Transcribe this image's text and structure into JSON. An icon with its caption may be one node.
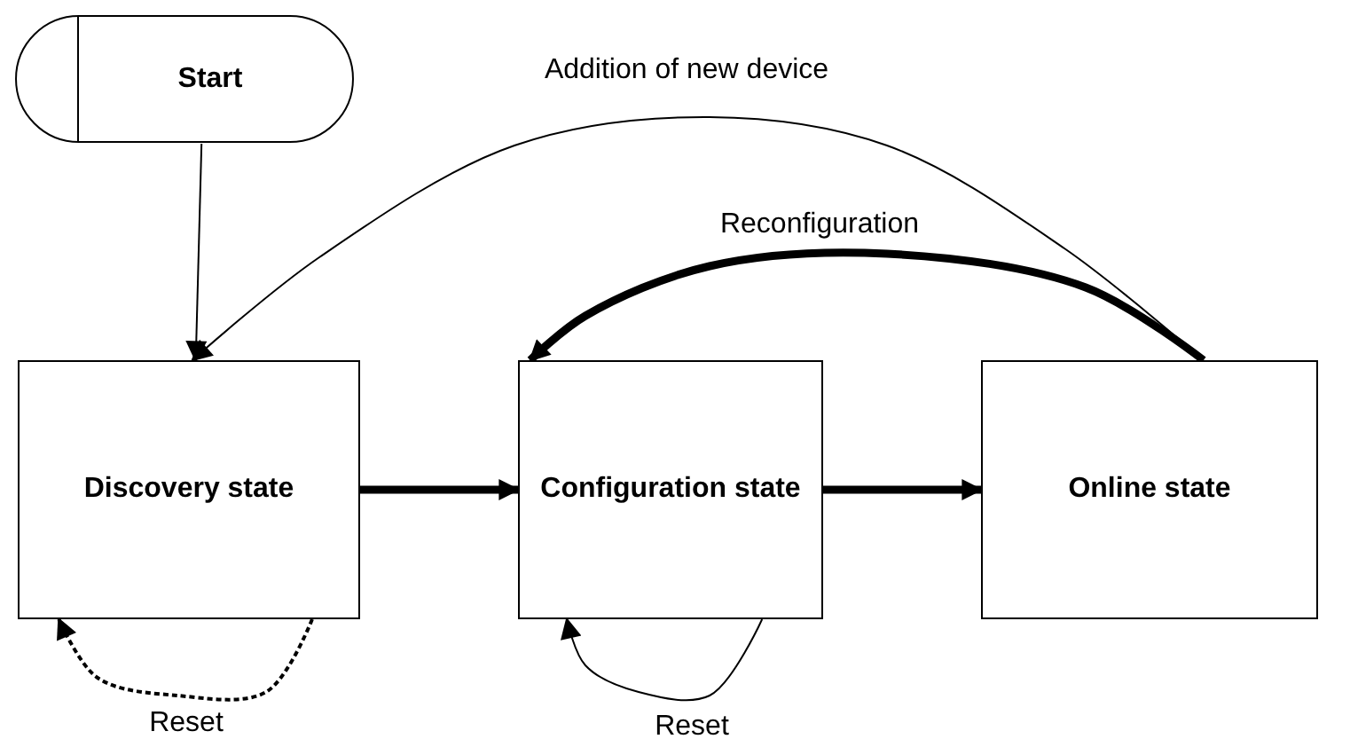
{
  "diagram": {
    "nodes": [
      {
        "text": [
          "Start"
        ]
      },
      {
        "text": [
          "Discovery state"
        ]
      },
      {
        "text": [
          "Configuration state"
        ]
      },
      {
        "text": [
          "Online state"
        ]
      }
    ],
    "edges": [
      {
        "from": 0,
        "to": 1,
        "arrow": "to"
      },
      {
        "from": 3,
        "to": 1,
        "arrow": "to",
        "label": "Addition of new device"
      },
      {
        "from": 3,
        "to": 2,
        "arrow": "to",
        "label": "Reconfiguration",
        "style": "thick"
      },
      {
        "from": 1,
        "to": 2,
        "arrow": "to",
        "style": "thick"
      },
      {
        "from": 2,
        "to": 3,
        "arrow": "to",
        "style": "thick"
      },
      {
        "from": 1,
        "to": 1,
        "arrow": "to",
        "label": "Reset",
        "style": "dashed"
      },
      {
        "from": 2,
        "to": 2,
        "arrow": "to",
        "label": "Reset"
      }
    ]
  }
}
